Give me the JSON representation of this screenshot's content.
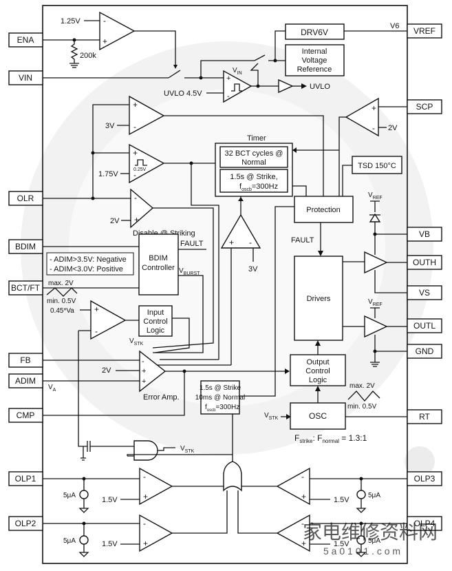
{
  "pins": {
    "ena": "ENA",
    "vin": "VIN",
    "olr": "OLR",
    "bdim": "BDIM",
    "bct": "BCT/FT",
    "fb": "FB",
    "adim": "ADIM",
    "cmp": "CMP",
    "olp1": "OLP1",
    "olp2": "OLP2",
    "vref": "VREF",
    "scp": "SCP",
    "vb": "VB",
    "outh": "OUTH",
    "vs": "VS",
    "outl": "OUTL",
    "gnd": "GND",
    "rt": "RT",
    "olp3": "OLP3",
    "olp4": "OLP4"
  },
  "blocks": {
    "drv": "DRV6V",
    "ivr": [
      "Internal",
      "Voltage",
      "Reference"
    ],
    "timer_title": "Timer",
    "timer_line1": [
      "32 BCT cycles @",
      "Normal"
    ],
    "timer_line2a": "1.5s @ Strike,",
    "timer_line2b": "f",
    "timer_line2b_sub": "oscb",
    "timer_line2b_rest": "=300Hz",
    "tsd": "TSD 150°C",
    "protection": "Protection",
    "drivers": "Drivers",
    "bdim_ctrl": [
      "BDIM",
      "Controller"
    ],
    "icl": [
      "Input",
      "Control",
      "Logic"
    ],
    "ocl": [
      "Output",
      "Control",
      "Logic"
    ],
    "osc": "OSC",
    "strike_a": "1.5s @ Strike",
    "strike_b": "10ms @ Normal",
    "strike_c": "f",
    "strike_c_sub": "oscb",
    "strike_c_rest": "=300Hz",
    "adim_note": [
      "- ADIM>3.5V: Negative",
      "- ADIM<3.0V: Positive"
    ]
  },
  "labels": {
    "v125": "1.25V",
    "r200k": "200k",
    "v6": "V6",
    "uvlo45": "UVLO 4.5V",
    "uvlo": "UVLO",
    "vin_main": "V",
    "vin_sub": "IN",
    "v3": "3V",
    "v175": "1.75V",
    "v025": "0.25V",
    "v2_olr": "2V",
    "v2_scp": "2V",
    "disable": "Disable @ Striking",
    "fault_in": "FAULT",
    "fault_out": "FAULT",
    "vburst_main": "V",
    "vburst_sub": "BURST",
    "vref_main": "V",
    "vref_sub": "REF",
    "v3_amp": "3V",
    "max2": "max. 2V",
    "min05": "min. 0.5V",
    "v045": "0.45*Va",
    "vstk_main": "V",
    "vstk_sub": "STK",
    "v2_err": "2V",
    "va_main": "V",
    "va_sub": "A",
    "erramp": "Error Amp.",
    "max2_osc": "max. 2V",
    "min05_osc": "min. 0.5V",
    "fstrike_f": "F",
    "fstrike_sub": "strike",
    "fnormal_f": ": F",
    "fnormal_sub": "normal",
    "ratio": " = 1.3:1",
    "ua5": "5μA",
    "v15": "1.5V",
    "plus": "+",
    "minus": "-"
  },
  "watermark": {
    "site": "家电维修资料网",
    "url": "5 a 0 1 0 1 . c o m"
  }
}
